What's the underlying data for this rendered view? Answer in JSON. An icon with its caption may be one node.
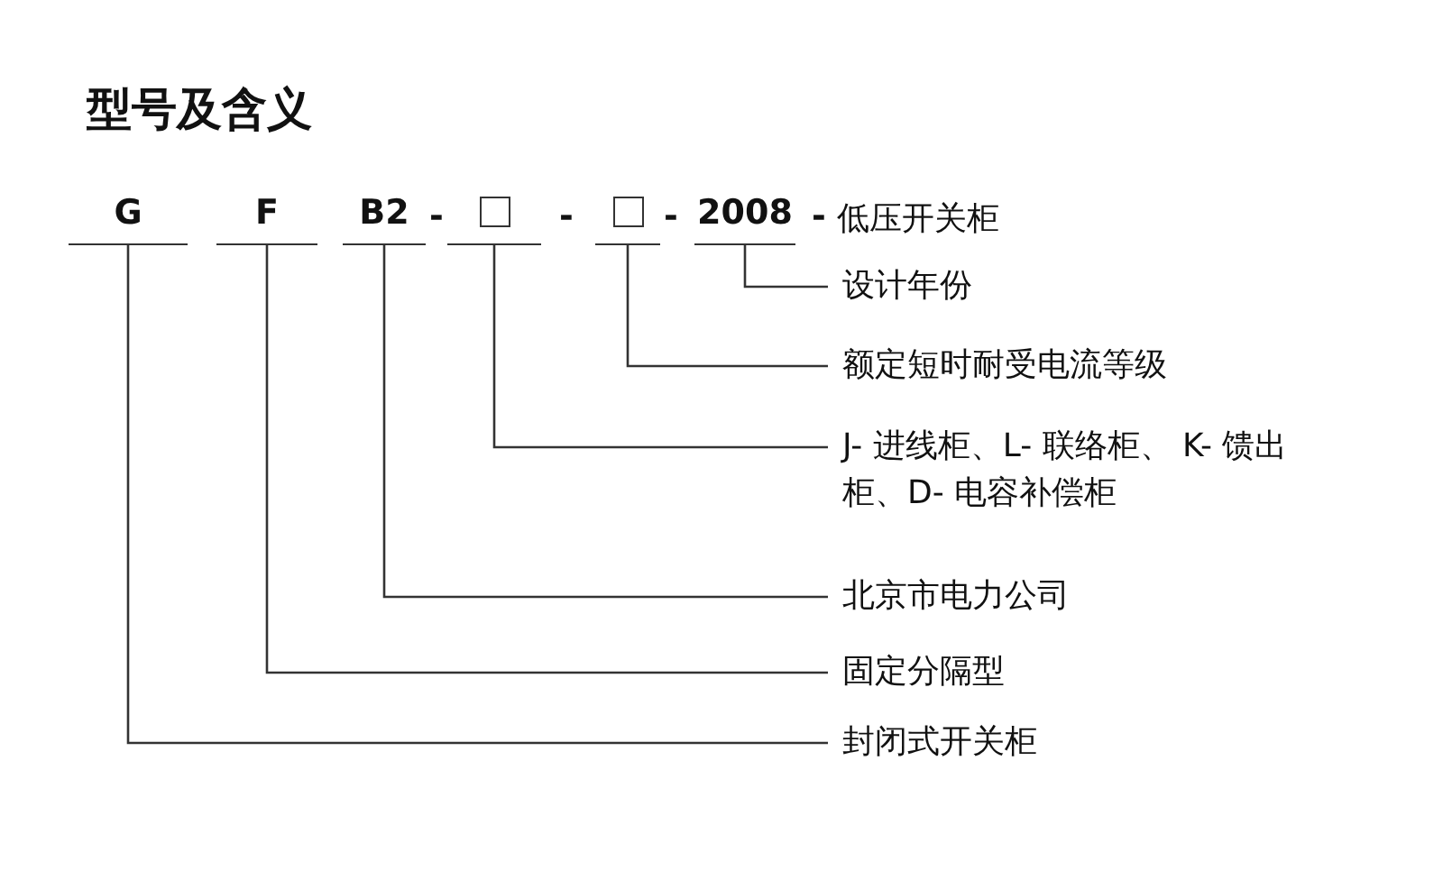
{
  "diagram": {
    "title": "型号及含义",
    "nodes": [
      {
        "text": [
          "G"
        ]
      },
      {
        "text": [
          "F"
        ]
      },
      {
        "text": [
          "B2"
        ]
      },
      {
        "text": [],
        "shape": "box"
      },
      {
        "text": [],
        "shape": "box"
      },
      {
        "text": [
          "2008"
        ]
      },
      {
        "text": [
          "设计年份"
        ]
      },
      {
        "text": [
          "额定短时耐受电流等级"
        ]
      },
      {
        "text": [
          "J- 进线柜、L- 联络柜、 K- 馈出柜、D- 电容补偿柜"
        ]
      },
      {
        "text": [
          "北京市电力公司"
        ]
      },
      {
        "text": [
          "固定分隔型"
        ]
      },
      {
        "text": [
          "封闭式开关柜"
        ]
      }
    ],
    "edges": [
      {
        "from": 6,
        "to": 5,
        "arrow": "none"
      },
      {
        "from": 7,
        "to": 4,
        "arrow": "none"
      },
      {
        "from": 8,
        "to": 3,
        "arrow": "none"
      },
      {
        "from": 9,
        "to": 2,
        "arrow": "none"
      },
      {
        "from": 10,
        "to": 1,
        "arrow": "none"
      },
      {
        "from": 11,
        "to": 0,
        "arrow": "none"
      }
    ],
    "labels": [
      "-",
      "-",
      "-",
      "-",
      "低压开关柜"
    ]
  }
}
